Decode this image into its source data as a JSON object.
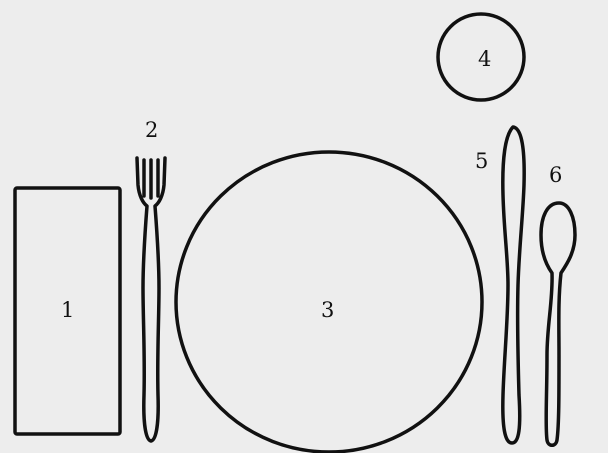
{
  "diagram": {
    "items": [
      {
        "id": "napkin",
        "label": "1"
      },
      {
        "id": "fork",
        "label": "2"
      },
      {
        "id": "plate",
        "label": "3"
      },
      {
        "id": "bread-plate",
        "label": "4"
      },
      {
        "id": "knife",
        "label": "5"
      },
      {
        "id": "spoon",
        "label": "6"
      }
    ]
  },
  "colors": {
    "background": "#ededed",
    "ink": "#111111"
  }
}
